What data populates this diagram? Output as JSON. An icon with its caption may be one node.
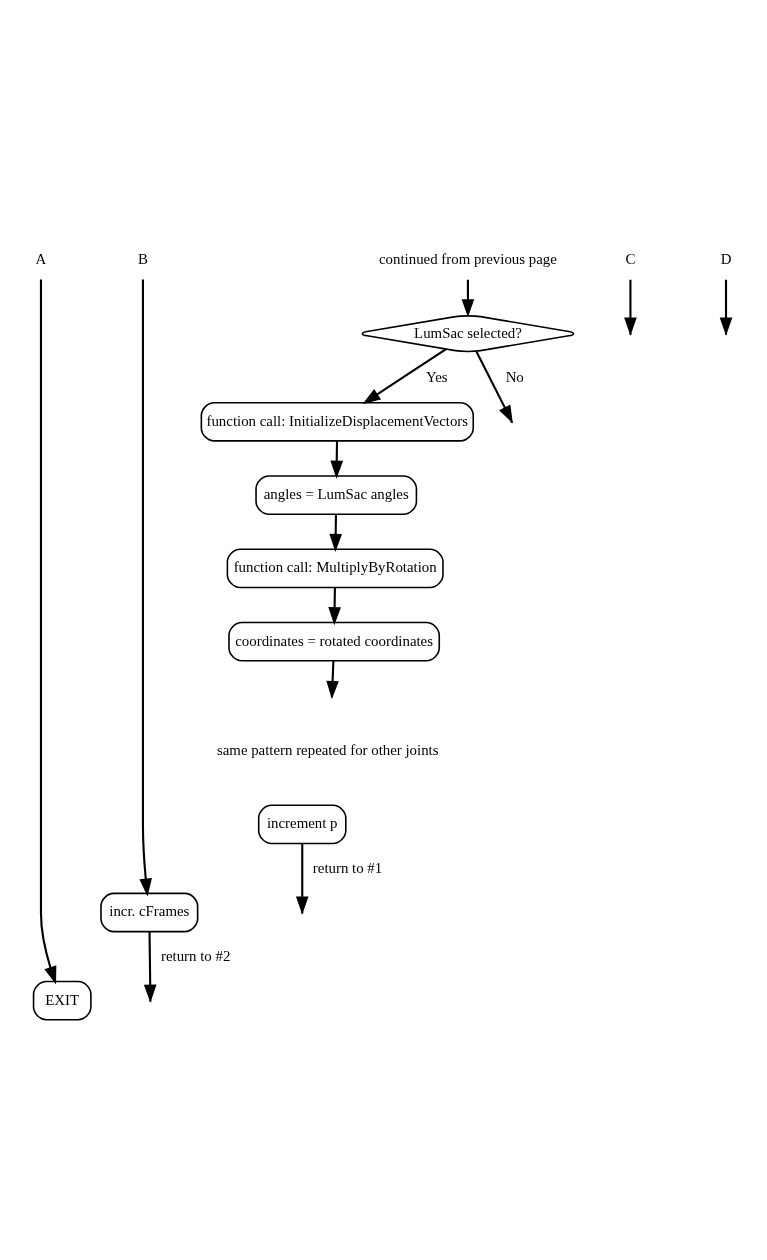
{
  "diagram": {
    "nodes": [
      {
        "text": [
          "continued from previous page"
        ]
      },
      {
        "text": [
          "C"
        ]
      },
      {
        "text": [
          "D"
        ]
      },
      {
        "text": [
          "A"
        ]
      },
      {
        "text": [
          "B"
        ]
      },
      {
        "text": [
          "LumSac selected?"
        ]
      },
      {
        "text": [
          "function call: InitializeDisplacementVectors"
        ]
      },
      {
        "text": [
          "angles = LumSac angles"
        ]
      },
      {
        "text": [
          "function call: MultiplyByRotation"
        ]
      },
      {
        "text": [
          "coordinates = rotated coordinates"
        ]
      },
      {
        "text": [
          "increment p"
        ]
      },
      {
        "text": [
          "incr. cFrames"
        ]
      },
      {
        "text": [
          "EXIT"
        ]
      }
    ],
    "edges": [
      {
        "from": 0,
        "to": 5,
        "arrow": "to"
      },
      {
        "from": 5,
        "to": 6,
        "arrow": "to",
        "label": "Yes"
      },
      {
        "from": 6,
        "to": 7,
        "arrow": "to"
      },
      {
        "from": 7,
        "to": 8,
        "arrow": "to"
      },
      {
        "from": 8,
        "to": 9,
        "arrow": "to"
      },
      {
        "from": 5,
        "to": null,
        "arrow": "to",
        "label": "No"
      },
      {
        "from": 1,
        "to": null,
        "arrow": "to"
      },
      {
        "from": 2,
        "to": null,
        "arrow": "to"
      },
      {
        "from": 9,
        "to": null,
        "arrow": "to"
      },
      {
        "from": 10,
        "to": null,
        "arrow": "to",
        "label": "return to #1"
      },
      {
        "from": 4,
        "to": 11,
        "arrow": "to"
      },
      {
        "from": 11,
        "to": null,
        "arrow": "to",
        "label": "return to #2"
      },
      {
        "from": 3,
        "to": 12,
        "arrow": "to"
      }
    ],
    "labels": [
      "same pattern repeated for other joints"
    ]
  }
}
